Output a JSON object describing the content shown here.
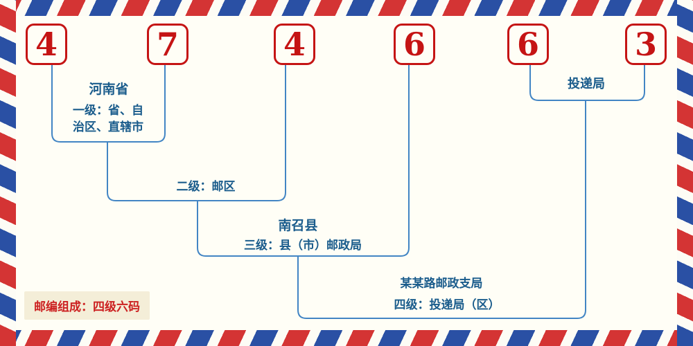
{
  "postal_code": {
    "digits": [
      "4",
      "7",
      "4",
      "6",
      "6",
      "3"
    ]
  },
  "labels": {
    "level1_place": "河南省",
    "level1_desc_line1": "一级：省、自",
    "level1_desc_line2": "治区、直辖市",
    "level2_desc": "二级：邮区",
    "level3_place": "南召县",
    "level3_desc": "三级：县（市）邮政局",
    "level4_place": "某某路邮政支局",
    "level4_desc": "四级：投递局（区）",
    "delivery_office": "投递局",
    "composition_note": "邮编组成：四级六码"
  },
  "colors": {
    "digit_red": "#c51414",
    "line_blue": "#4285c4",
    "label_blue": "#1a5c8c",
    "stripe_red": "#d43434",
    "stripe_blue": "#2a50a4",
    "composition_text": "#cc2121",
    "composition_bg": "#f4eed8",
    "background": "#fffef6"
  }
}
